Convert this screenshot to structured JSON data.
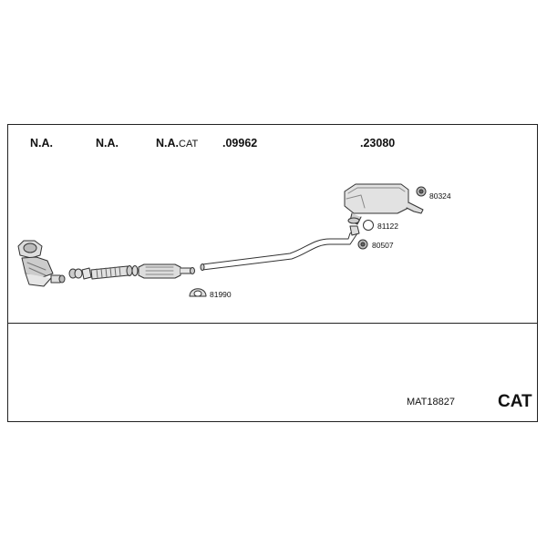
{
  "header_labels": {
    "part1": "N.A.",
    "part2": "N.A.",
    "part3_main": "N.A.",
    "part3_suffix": "CAT",
    "part4": ".09962",
    "part5": ".23080"
  },
  "callouts": {
    "c80324": "80324",
    "c81122": "81122",
    "c80507": "80507",
    "c81990": "81990"
  },
  "footer": {
    "code": "MAT18827",
    "type": "CAT"
  }
}
